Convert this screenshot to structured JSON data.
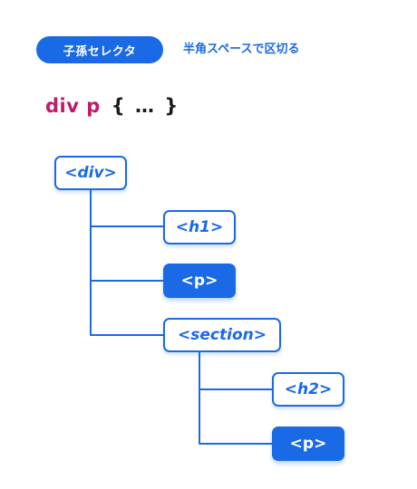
{
  "header": {
    "badge_label": "子孫セレクタ",
    "caption": "半角スペースで区切る"
  },
  "selector": {
    "name": "div p",
    "body": "{ … }"
  },
  "tree": {
    "nodes": [
      {
        "id": "div",
        "label": "<div>",
        "highlighted": false
      },
      {
        "id": "h1",
        "label": "<h1>",
        "highlighted": false
      },
      {
        "id": "p1",
        "label": "<p>",
        "highlighted": true
      },
      {
        "id": "section",
        "label": "<section>",
        "highlighted": false
      },
      {
        "id": "h2",
        "label": "<h2>",
        "highlighted": false
      },
      {
        "id": "p2",
        "label": "<p>",
        "highlighted": true
      }
    ],
    "edges": [
      [
        "div",
        "h1"
      ],
      [
        "div",
        "p1"
      ],
      [
        "div",
        "section"
      ],
      [
        "section",
        "h2"
      ],
      [
        "section",
        "p2"
      ]
    ]
  },
  "colors": {
    "accent": "#1a6ae5",
    "selector_name": "#c4186b",
    "text_dark": "#1b1b1b",
    "background": "#ffffff"
  }
}
